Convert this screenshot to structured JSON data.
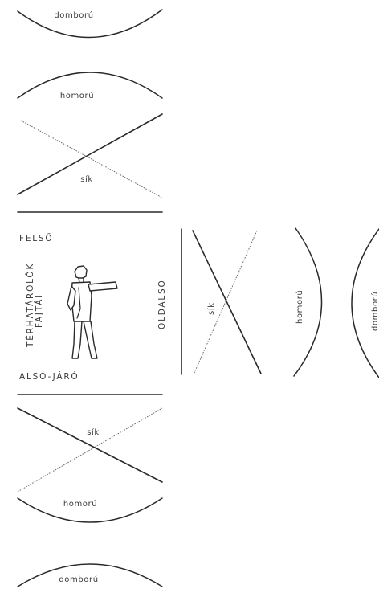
{
  "labels": {
    "top_convex": "domború",
    "top_concave": "homorú",
    "top_flat": "sík",
    "upper_label": "FELSŐ",
    "center_title_line1": "TÉRHATÁROLÓK",
    "center_title_line2": "FAJTÁI",
    "lower_label": "ALSÓ-JÁRÓ",
    "side_label": "OLDALSÓ",
    "side_flat": "sík",
    "side_concave": "homorú",
    "side_convex": "domború",
    "bottom_flat": "sík",
    "bottom_concave": "homorú",
    "bottom_convex": "domború"
  }
}
